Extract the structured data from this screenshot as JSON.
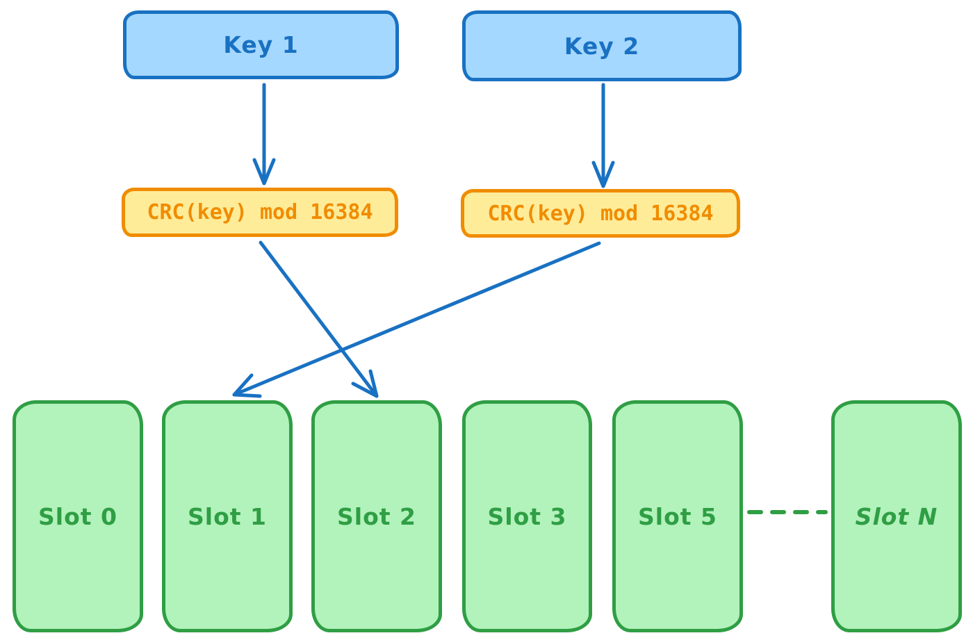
{
  "diagram": {
    "type": "flow-diagram",
    "topic": "Key to hash-slot mapping (CRC(key) mod 16384)",
    "nodes": {
      "keys": [
        {
          "id": "key1",
          "label": "Key 1"
        },
        {
          "id": "key2",
          "label": "Key 2"
        }
      ],
      "hash_functions": [
        {
          "id": "crc1",
          "label": "CRC(key) mod 16384"
        },
        {
          "id": "crc2",
          "label": "CRC(key) mod 16384"
        }
      ],
      "slots": [
        {
          "id": "slot0",
          "label": "Slot 0"
        },
        {
          "id": "slot1",
          "label": "Slot 1"
        },
        {
          "id": "slot2",
          "label": "Slot 2"
        },
        {
          "id": "slot3",
          "label": "Slot 3"
        },
        {
          "id": "slot5",
          "label": "Slot 5"
        },
        {
          "id": "slotN",
          "label": "Slot N"
        }
      ]
    },
    "edges": [
      {
        "from": "key1",
        "to": "crc1",
        "style": "solid-arrow"
      },
      {
        "from": "key2",
        "to": "crc2",
        "style": "solid-arrow"
      },
      {
        "from": "crc1",
        "to": "slot2",
        "style": "solid-arrow"
      },
      {
        "from": "crc2",
        "to": "slot1",
        "style": "solid-arrow"
      },
      {
        "from": "slot5",
        "to": "slotN",
        "style": "dashed-line"
      }
    ],
    "colors": {
      "background": "#ffffff",
      "key_fill": "#a5d8ff",
      "key_stroke": "#1971c2",
      "key_text": "#1971c2",
      "hash_fill": "#ffec99",
      "hash_stroke": "#f08c00",
      "hash_text": "#f08c00",
      "slot_fill": "#b2f2bb",
      "slot_stroke": "#2f9e44",
      "slot_text": "#2f9e44",
      "arrow": "#1971c2"
    }
  }
}
